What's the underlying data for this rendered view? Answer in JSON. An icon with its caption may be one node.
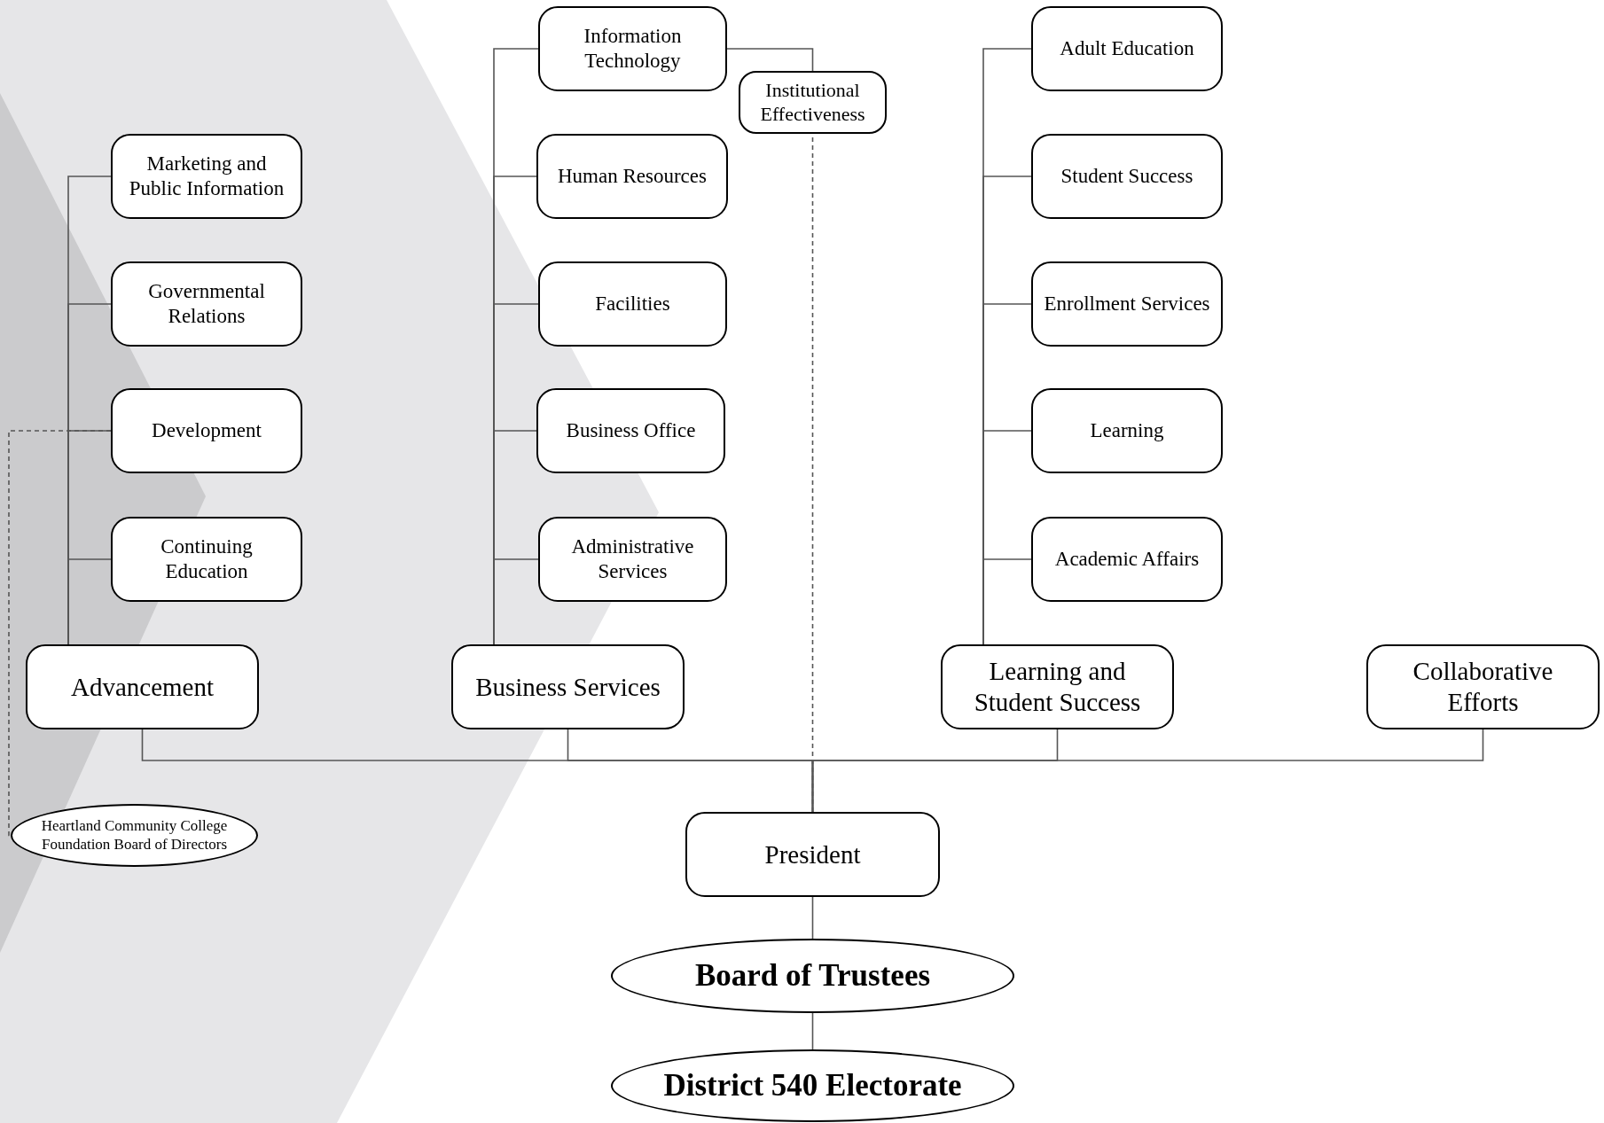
{
  "diagram": {
    "nodes": [
      {
        "text": [
          "Information Technology"
        ]
      },
      {
        "text": [
          "Institutional Effectiveness"
        ]
      },
      {
        "text": [
          "Adult Education"
        ]
      },
      {
        "text": [
          "Marketing and Public Information"
        ]
      },
      {
        "text": [
          "Human Resources"
        ]
      },
      {
        "text": [
          "Student Success"
        ]
      },
      {
        "text": [
          "Governmental Relations"
        ]
      },
      {
        "text": [
          "Facilities"
        ]
      },
      {
        "text": [
          "Enrollment Services"
        ]
      },
      {
        "text": [
          "Development"
        ]
      },
      {
        "text": [
          "Business Office"
        ]
      },
      {
        "text": [
          "Learning"
        ]
      },
      {
        "text": [
          "Continuing Education"
        ]
      },
      {
        "text": [
          "Administrative Services"
        ]
      },
      {
        "text": [
          "Academic Affairs"
        ]
      },
      {
        "text": [
          "Advancement"
        ]
      },
      {
        "text": [
          "Business Services"
        ]
      },
      {
        "text": [
          "Learning and Student Success"
        ]
      },
      {
        "text": [
          "Collaborative Efforts"
        ]
      },
      {
        "text": [
          "Heartland Community College Foundation Board of Directors"
        ]
      },
      {
        "text": [
          "President"
        ]
      },
      {
        "text": [
          "Board of Trustees"
        ]
      },
      {
        "text": [
          "District 540 Electorate"
        ]
      }
    ],
    "edges": [
      {
        "from": 15,
        "to": 3,
        "arrow": "none"
      },
      {
        "from": 15,
        "to": 6,
        "arrow": "none"
      },
      {
        "from": 15,
        "to": 9,
        "arrow": "none"
      },
      {
        "from": 15,
        "to": 12,
        "arrow": "none"
      },
      {
        "from": 16,
        "to": 0,
        "arrow": "none"
      },
      {
        "from": 16,
        "to": 4,
        "arrow": "none"
      },
      {
        "from": 16,
        "to": 7,
        "arrow": "none"
      },
      {
        "from": 16,
        "to": 10,
        "arrow": "none"
      },
      {
        "from": 16,
        "to": 13,
        "arrow": "none"
      },
      {
        "from": 17,
        "to": 2,
        "arrow": "none"
      },
      {
        "from": 17,
        "to": 5,
        "arrow": "none"
      },
      {
        "from": 17,
        "to": 8,
        "arrow": "none"
      },
      {
        "from": 17,
        "to": 11,
        "arrow": "none"
      },
      {
        "from": 17,
        "to": 14,
        "arrow": "none"
      },
      {
        "from": 0,
        "to": 1,
        "arrow": "none"
      },
      {
        "from": 20,
        "to": 15,
        "arrow": "none"
      },
      {
        "from": 20,
        "to": 16,
        "arrow": "none"
      },
      {
        "from": 20,
        "to": 17,
        "arrow": "none"
      },
      {
        "from": 20,
        "to": 18,
        "arrow": "none"
      },
      {
        "from": 20,
        "to": 1,
        "arrow": "none",
        "style": "dashed"
      },
      {
        "from": 9,
        "to": 19,
        "arrow": "none",
        "style": "dashed"
      },
      {
        "from": 20,
        "to": 21,
        "arrow": "none"
      },
      {
        "from": 21,
        "to": 22,
        "arrow": "none"
      }
    ]
  }
}
